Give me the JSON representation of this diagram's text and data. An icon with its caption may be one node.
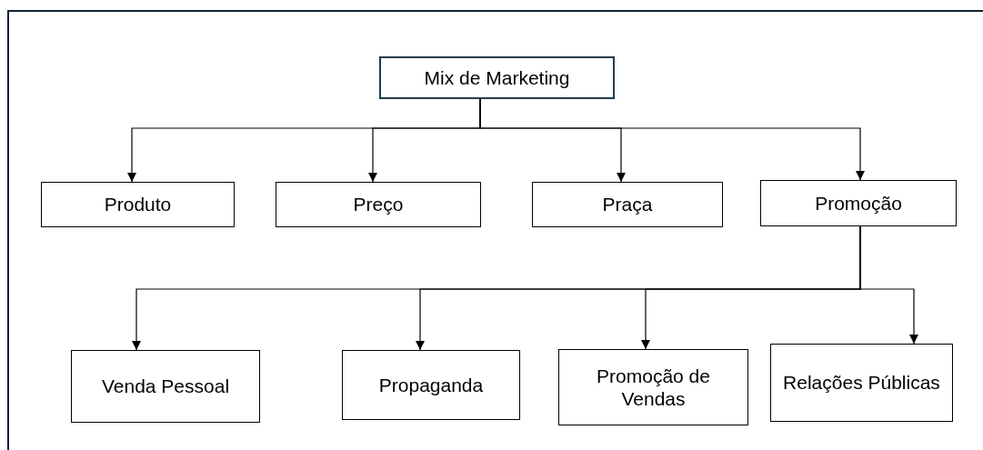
{
  "diagram": {
    "nodes": [
      {
        "text": [
          "Mix de Marketing"
        ]
      },
      {
        "text": [
          "Produto"
        ]
      },
      {
        "text": [
          "Preço"
        ]
      },
      {
        "text": [
          "Praça"
        ]
      },
      {
        "text": [
          "Promoção"
        ]
      },
      {
        "text": [
          "Venda Pessoal"
        ]
      },
      {
        "text": [
          "Propaganda"
        ]
      },
      {
        "text": [
          "Promoção de Vendas"
        ]
      },
      {
        "text": [
          "Relações Públicas"
        ]
      }
    ],
    "edges": [
      {
        "from": 0,
        "to": 1,
        "arrow": "to"
      },
      {
        "from": 0,
        "to": 2,
        "arrow": "to"
      },
      {
        "from": 0,
        "to": 3,
        "arrow": "to"
      },
      {
        "from": 0,
        "to": 4,
        "arrow": "to"
      },
      {
        "from": 4,
        "to": 5,
        "arrow": "to"
      },
      {
        "from": 4,
        "to": 6,
        "arrow": "to"
      },
      {
        "from": 4,
        "to": 7,
        "arrow": "to"
      },
      {
        "from": 4,
        "to": 8,
        "arrow": "to"
      }
    ]
  }
}
